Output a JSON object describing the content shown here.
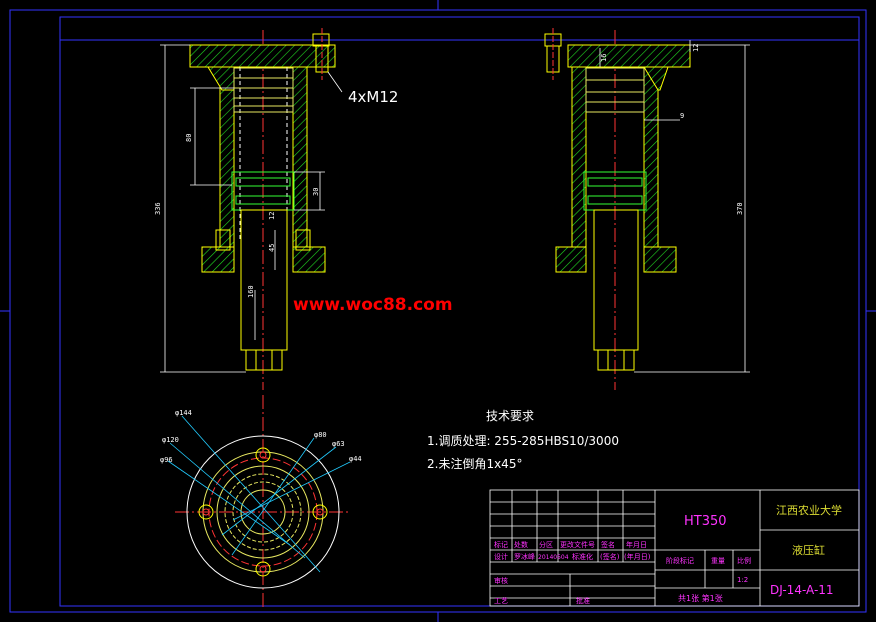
{
  "colors": {
    "background": "#000000",
    "border": "#3333ff",
    "part": "#ffff00",
    "part_alt": "#e8e860",
    "seal": "#33ff33",
    "outline": "#ffffff",
    "center_line": "#ff3333",
    "hatch": "#22dd22",
    "dimension": "#ffffff",
    "watermark": "#ff0000",
    "annotation_text": "#ffffff",
    "title_block_text": "#ff33ff",
    "title_block_text_cn": "#dddd33",
    "title_block_line": "#ffffff"
  },
  "watermark": "www.woc88.com",
  "left_view": {
    "bolt_callout": "4xM12",
    "dimensions": {
      "overall_height": "336",
      "bore_depth": "80",
      "piston_width": "30",
      "seal_offset": "12",
      "rod_offset": "45",
      "stroke": "160"
    }
  },
  "right_view": {
    "dimensions": {
      "overall_height": "370",
      "top_height": "12",
      "top_offset": "16",
      "wall": "9"
    }
  },
  "top_view": {
    "diameters": [
      "φ144",
      "φ120",
      "φ96",
      "φ80",
      "φ63",
      "φ44"
    ]
  },
  "tech_requirements": {
    "heading": "技术要求",
    "items": [
      "1.调质处理: 255-285HBS10/3000",
      "2.未注倒角1x45°"
    ]
  },
  "title_block": {
    "material": "HT350",
    "school": "江西农业大学",
    "part_name": "液压缸",
    "drawing_number": "DJ-14-A-11",
    "headers": [
      "标记",
      "处数",
      "分区",
      "更改文件号",
      "签名",
      "年月日"
    ],
    "design_row": [
      "设计",
      "罗冰峰",
      "20140504",
      "标准化",
      "(签名)",
      "(年月日)"
    ],
    "stage_label": "阶段标记",
    "weight_label": "重量",
    "scale_label": "比例",
    "scale": "1:2",
    "review_label": "审核",
    "process_label": "工艺",
    "approve_label": "批准",
    "sheets": "共1张  第1张"
  }
}
